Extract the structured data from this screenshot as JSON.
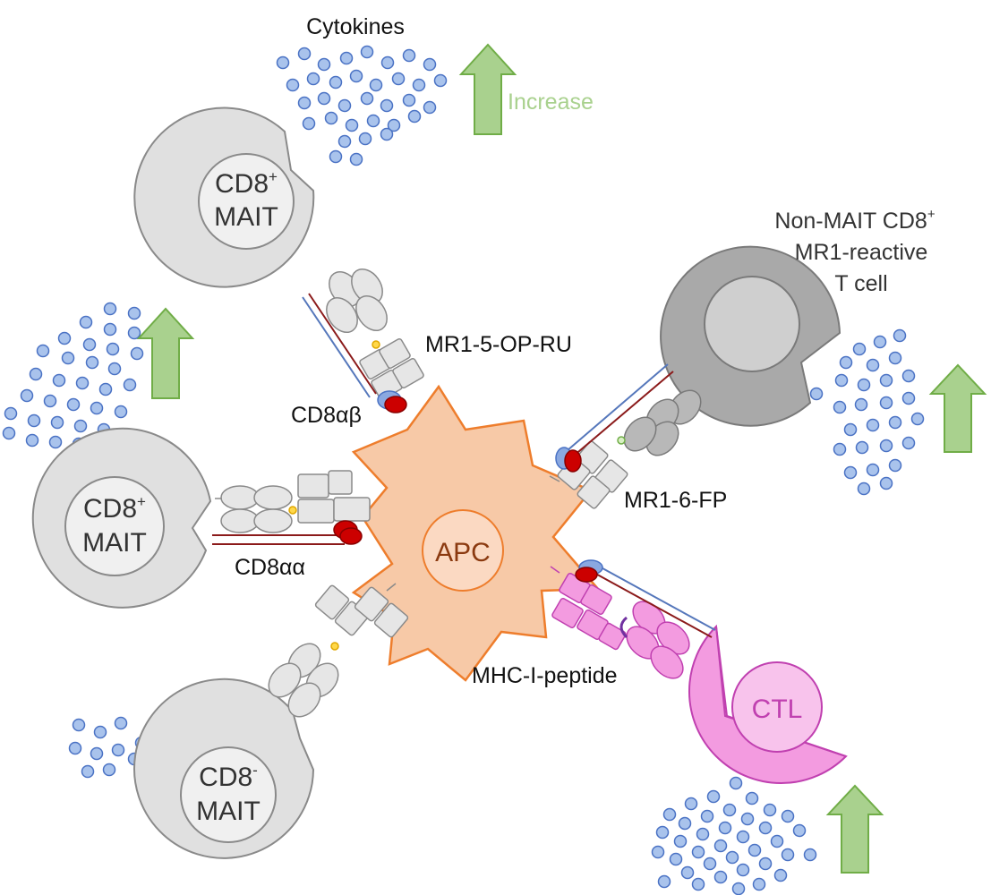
{
  "labels": {
    "cytokines": "Cytokines",
    "increase": "Increase",
    "mr1_5_op_ru": "MR1-5-OP-RU",
    "cd8ab": "CD8αβ",
    "cd8aa": "CD8αα",
    "mr1_6_fp": "MR1-6-FP",
    "mhc_peptide": "MHC-I-peptide",
    "apc": "APC"
  },
  "cells": {
    "mait_top": {
      "line1": "CD8",
      "sup": "+",
      "line2": "MAIT"
    },
    "mait_left": {
      "line1": "CD8",
      "sup": "+",
      "line2": "MAIT"
    },
    "mait_bottom": {
      "line1": "CD8",
      "sup": "-",
      "line2": "MAIT"
    },
    "nonmait": {
      "line1": "Non-MAIT CD8",
      "sup": "+",
      "line2": "MR1-reactive",
      "line3": "T cell"
    },
    "ctl": {
      "label": "CTL"
    }
  },
  "colors": {
    "cell_fill": "#e0e0e0",
    "cell_stroke": "#8a8a8a",
    "nonmait_fill": "#a9a9a9",
    "ctl_fill": "#f39be0",
    "ctl_stroke": "#c040b0",
    "apc_fill": "#f7c9a7",
    "apc_stroke": "#ee7d2c",
    "apc_text": "#8b3a10",
    "cytokine_fill": "#a9c3ec",
    "cytokine_stroke": "#4a72c4",
    "arrow_fill": "#a9d18e",
    "arrow_stroke": "#70ad47",
    "increase_text": "#a9d18e",
    "cd8_red": "#cc0000",
    "cd8_blue": "#7799dd"
  }
}
